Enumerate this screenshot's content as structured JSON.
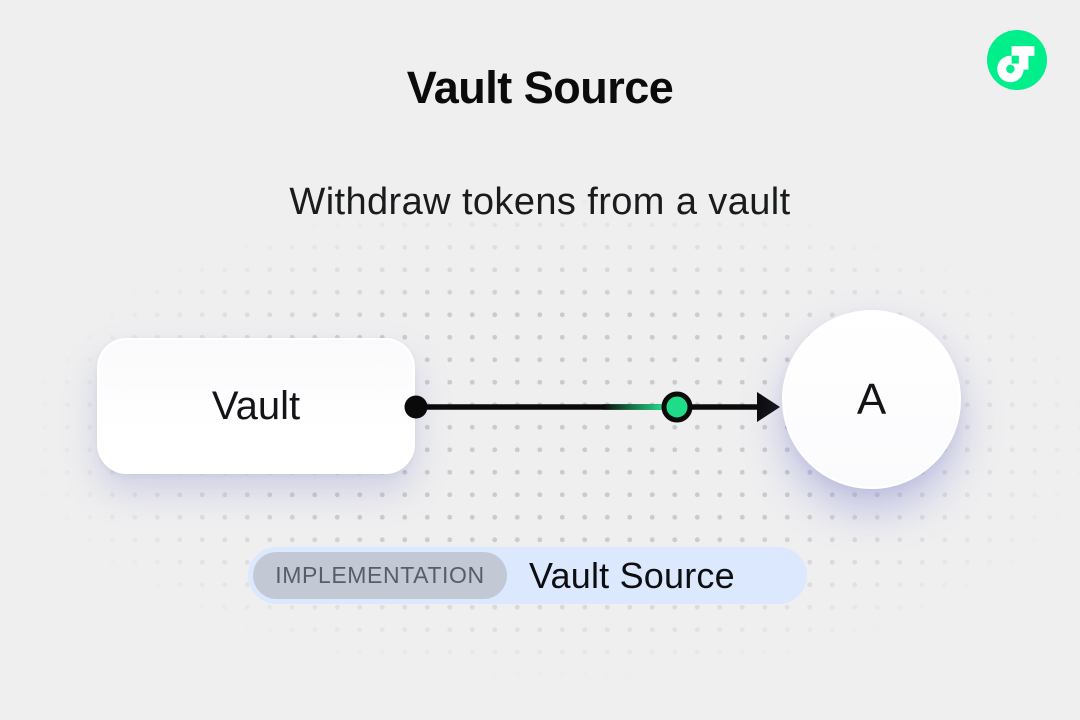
{
  "header": {
    "title": "Vault Source",
    "subtitle": "Withdraw tokens from a vault"
  },
  "brand": {
    "logo": "flow-logo",
    "green": "#00ef8b"
  },
  "diagram": {
    "vault_node": {
      "label": "Vault"
    },
    "account_node": {
      "label": "A"
    },
    "connector": {
      "line_color": "#0a0a0a",
      "marker_color": "#1edc87"
    }
  },
  "badge": {
    "tag": "IMPLEMENTATION",
    "label": "Vault Source",
    "bg_color": "#dce8fd",
    "tag_bg_color": "#c3c9d4",
    "tag_text_color": "#575e68"
  }
}
